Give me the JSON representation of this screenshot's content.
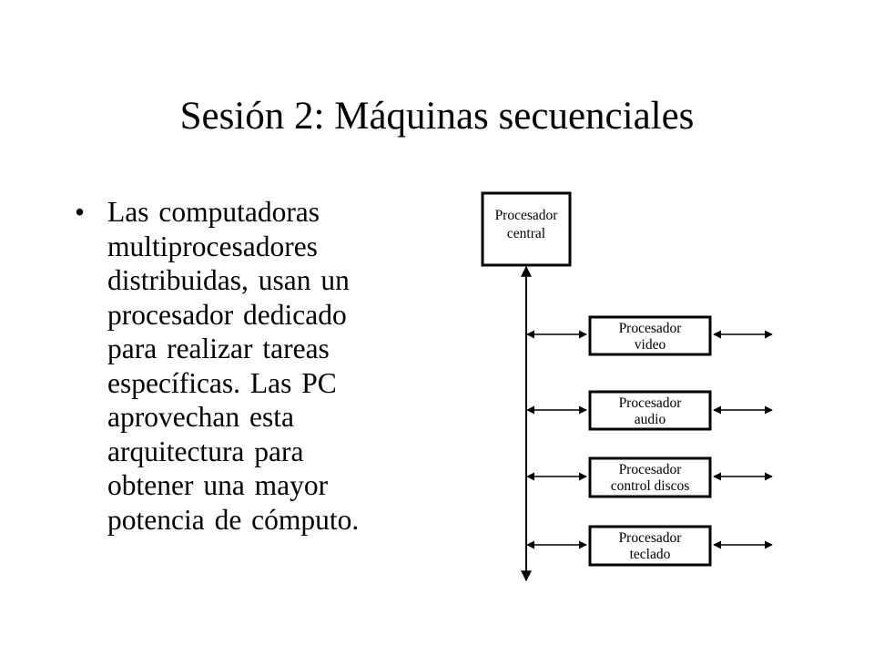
{
  "slide": {
    "title": "Sesión 2: Máquinas secuenciales",
    "bullet_lines": [
      "Las computadoras",
      "multiprocesadores",
      "distribuidas, usan un",
      "procesador dedicado",
      "para realizar tareas",
      "específicas. Las PC",
      "aprovechan esta",
      "arquitectura para",
      "obtener una mayor",
      "potencia de cómputo."
    ]
  },
  "diagram": {
    "central": {
      "line1": "Procesador",
      "line2": "central"
    },
    "nodes": [
      {
        "line1": "Procesador",
        "line2": "video"
      },
      {
        "line1": "Procesador",
        "line2": "audio"
      },
      {
        "line1": "Procesador",
        "line2": "control discos"
      },
      {
        "line1": "Procesador",
        "line2": "teclado"
      }
    ]
  }
}
